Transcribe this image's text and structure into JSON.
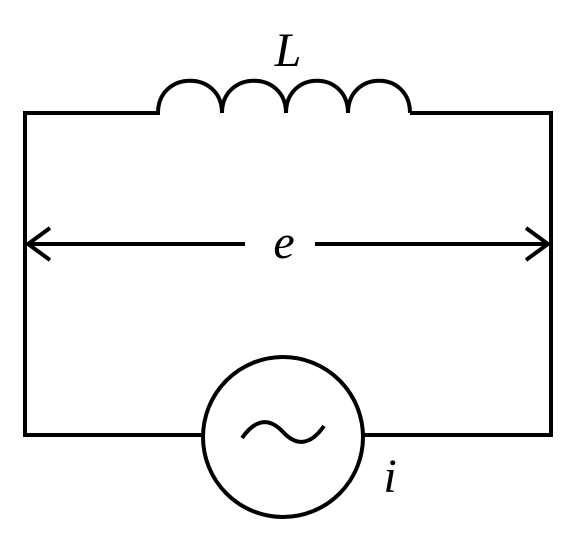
{
  "labels": {
    "inductor": "L",
    "voltage": "e",
    "current": "i"
  },
  "components": {
    "inductor": {
      "type": "inductor",
      "turns": 4
    },
    "source": {
      "type": "ac-current-source",
      "symbol": "tilde"
    },
    "voltage_arrow": {
      "type": "double-headed-arrow"
    }
  },
  "colors": {
    "stroke": "#000000",
    "background": "#ffffff"
  }
}
